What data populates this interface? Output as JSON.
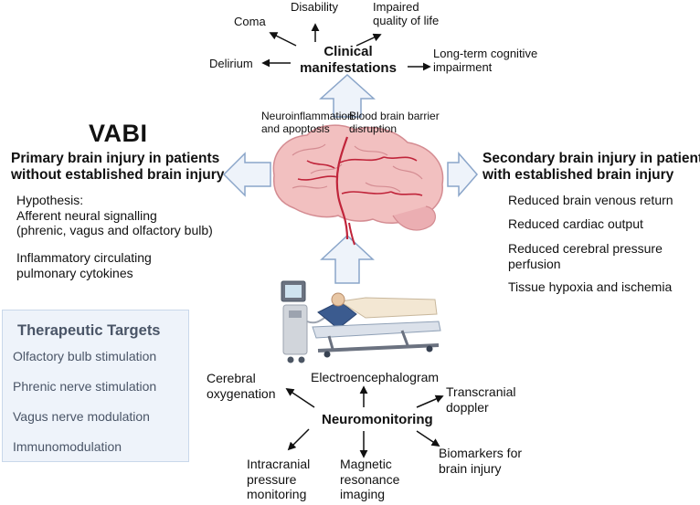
{
  "title": "VABI",
  "clinical": {
    "center": [
      "Clinical",
      "manifestations"
    ],
    "outcomes": {
      "coma": "Coma",
      "disability": "Disability",
      "impaired": [
        "Impaired",
        "quality of life"
      ],
      "delirium": "Delirium",
      "long_term": [
        "Long-term cognitive",
        "impairment"
      ]
    }
  },
  "brain_labels": {
    "neuro": [
      "Neuroinflammation",
      "and apoptosis"
    ],
    "bbb": [
      "Blood brain barrier",
      "disruption"
    ]
  },
  "primary": {
    "heading": [
      "Primary brain injury in patients",
      "without established brain injury"
    ],
    "items": [
      [
        "Hypothesis:",
        "Afferent neural signalling",
        "(phrenic, vagus and olfactory bulb)"
      ],
      [
        "Inflammatory circulating",
        "pulmonary cytokines"
      ]
    ]
  },
  "secondary": {
    "heading": [
      "Secondary brain injury in patients",
      "with established brain injury"
    ],
    "items": [
      [
        "Reduced brain venous return"
      ],
      [
        "Reduced cardiac output"
      ],
      [
        "Reduced cerebral pressure",
        "perfusion"
      ],
      [
        "Tissue hypoxia and ischemia"
      ]
    ]
  },
  "therapeutic": {
    "title": "Therapeutic Targets",
    "items": [
      "Olfactory bulb stimulation",
      "Phrenic nerve stimulation",
      "Vagus nerve modulation",
      "Immunomodulation"
    ]
  },
  "neuromonitoring": {
    "center": "Neuromonitoring",
    "methods": {
      "cerebral_ox": [
        "Cerebral",
        "oxygenation"
      ],
      "eeg": "Electroencephalogram",
      "tcd": [
        "Transcranial",
        "doppler"
      ],
      "icp": [
        "Intracranial",
        "pressure",
        "monitoring"
      ],
      "mri": [
        "Magnetic",
        "resonance",
        "imaging"
      ],
      "biomarkers": [
        "Biomarkers for",
        "brain injury"
      ]
    }
  },
  "colors": {
    "arrow_fill": "#eef3fa",
    "arrow_stroke": "#8aa5c9",
    "brain_fill": "#f2c0c0",
    "brain_vessels": "#c0243a",
    "box_bg": "#eef3fa",
    "box_text": "#4a5567"
  },
  "icons": [
    "brain-illustration",
    "ventilated-patient-illustration"
  ]
}
